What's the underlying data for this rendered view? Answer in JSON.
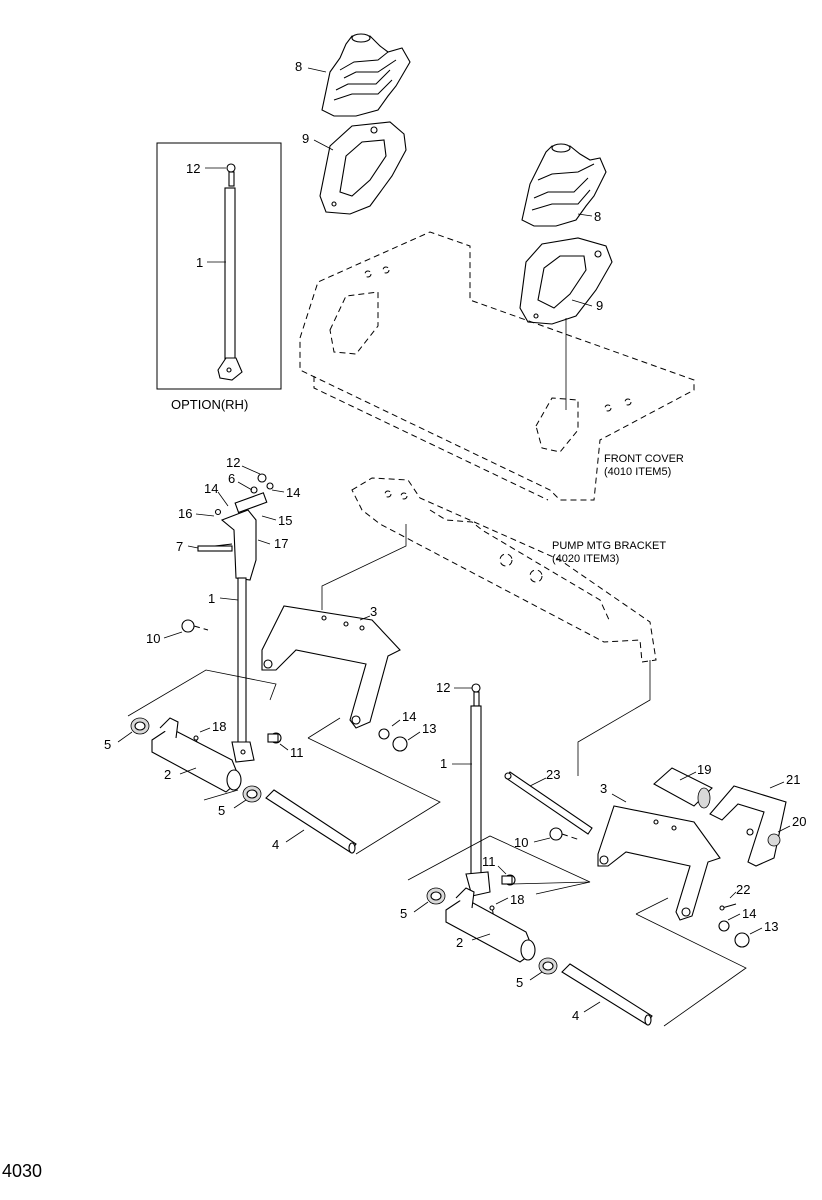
{
  "page_number": "4030",
  "notes": {
    "option": "OPTION(RH)",
    "front_cover_line1": "FRONT COVER",
    "front_cover_line2": "(4010 ITEM5)",
    "pump_bracket_line1": "PUMP MTG BRACKET",
    "pump_bracket_line2": "(4020 ITEM3)"
  },
  "callouts": {
    "c8a": "8",
    "c9a": "9",
    "c8b": "8",
    "c9b": "9",
    "c12a": "12",
    "c1a": "1",
    "c12b": "12",
    "c6": "6",
    "c14a": "14",
    "c14b": "14",
    "c15": "15",
    "c16": "16",
    "c17": "17",
    "c7": "7",
    "c1b": "1",
    "c10a": "10",
    "c3a": "3",
    "c18a": "18",
    "c11a": "11",
    "c14c": "14",
    "c13a": "13",
    "c5a": "5",
    "c2a": "2",
    "c5b": "5",
    "c4a": "4",
    "c12c": "12",
    "c1c": "1",
    "c23": "23",
    "c3b": "3",
    "c19": "19",
    "c21": "21",
    "c10b": "10",
    "c20": "20",
    "c11b": "11",
    "c22": "22",
    "c18b": "18",
    "c14d": "14",
    "c13b": "13",
    "c5c": "5",
    "c2b": "2",
    "c5d": "5",
    "c4b": "4"
  }
}
